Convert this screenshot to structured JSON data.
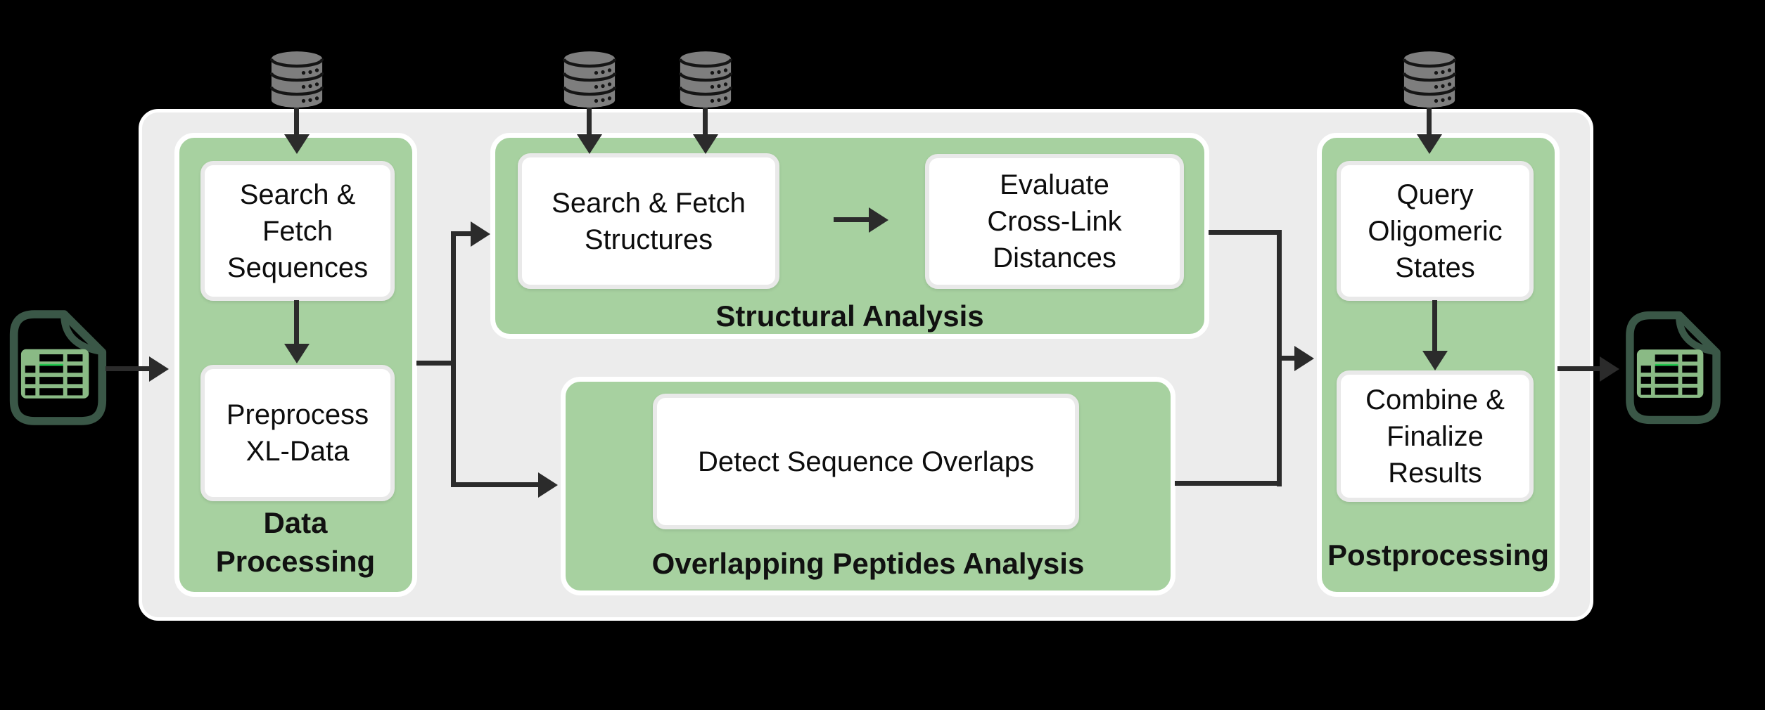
{
  "sections": {
    "dp": {
      "label": "Data Processing",
      "steps": [
        "Search & Fetch Sequences",
        "Preprocess XL-Data"
      ]
    },
    "sa": {
      "label": "Structural Analysis",
      "steps": [
        "Search & Fetch Structures",
        "Evaluate Cross-Link Distances"
      ]
    },
    "op": {
      "label": "Overlapping Peptides Analysis",
      "steps": [
        "Detect Sequence Overlaps"
      ]
    },
    "pp": {
      "label": "Postprocessing",
      "steps": [
        "Query Oligomeric States",
        "Combine & Finalize Results"
      ]
    }
  },
  "icons": {
    "database": "database-cylinder",
    "input_file": "spreadsheet-document",
    "output_file": "spreadsheet-document"
  },
  "colors": {
    "background": "#000000",
    "panel": "#ececec",
    "panel_border": "#ffffff",
    "section_green": "#a7d1a0",
    "step_bg": "#ffffff",
    "step_border": "#e9e9e9",
    "arrow": "#2b2b2b",
    "database_gray": "#7e7e7e",
    "file_outline": "#3a5747",
    "file_table": "#8aba85",
    "file_accent": "#21c94e",
    "text": "#0d0d0d"
  }
}
